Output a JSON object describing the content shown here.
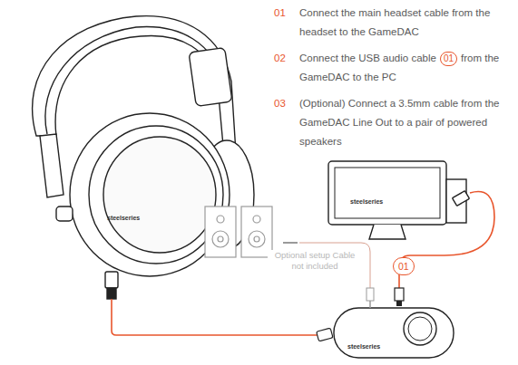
{
  "diagram": {
    "labels": [
      "01",
      "Connect the main headset cable from the headset to the GameDAC",
      "02",
      "Connect the USB audio cable",
      "01",
      "from the GameDAC to the PC",
      "03",
      "(Optional) Connect a 3.5mm cable from the GameDAC Line Out to a pair of powered speakers",
      "Optional setup Cable not included",
      "01",
      "steelseries",
      "steelseries",
      "steelseries"
    ]
  }
}
